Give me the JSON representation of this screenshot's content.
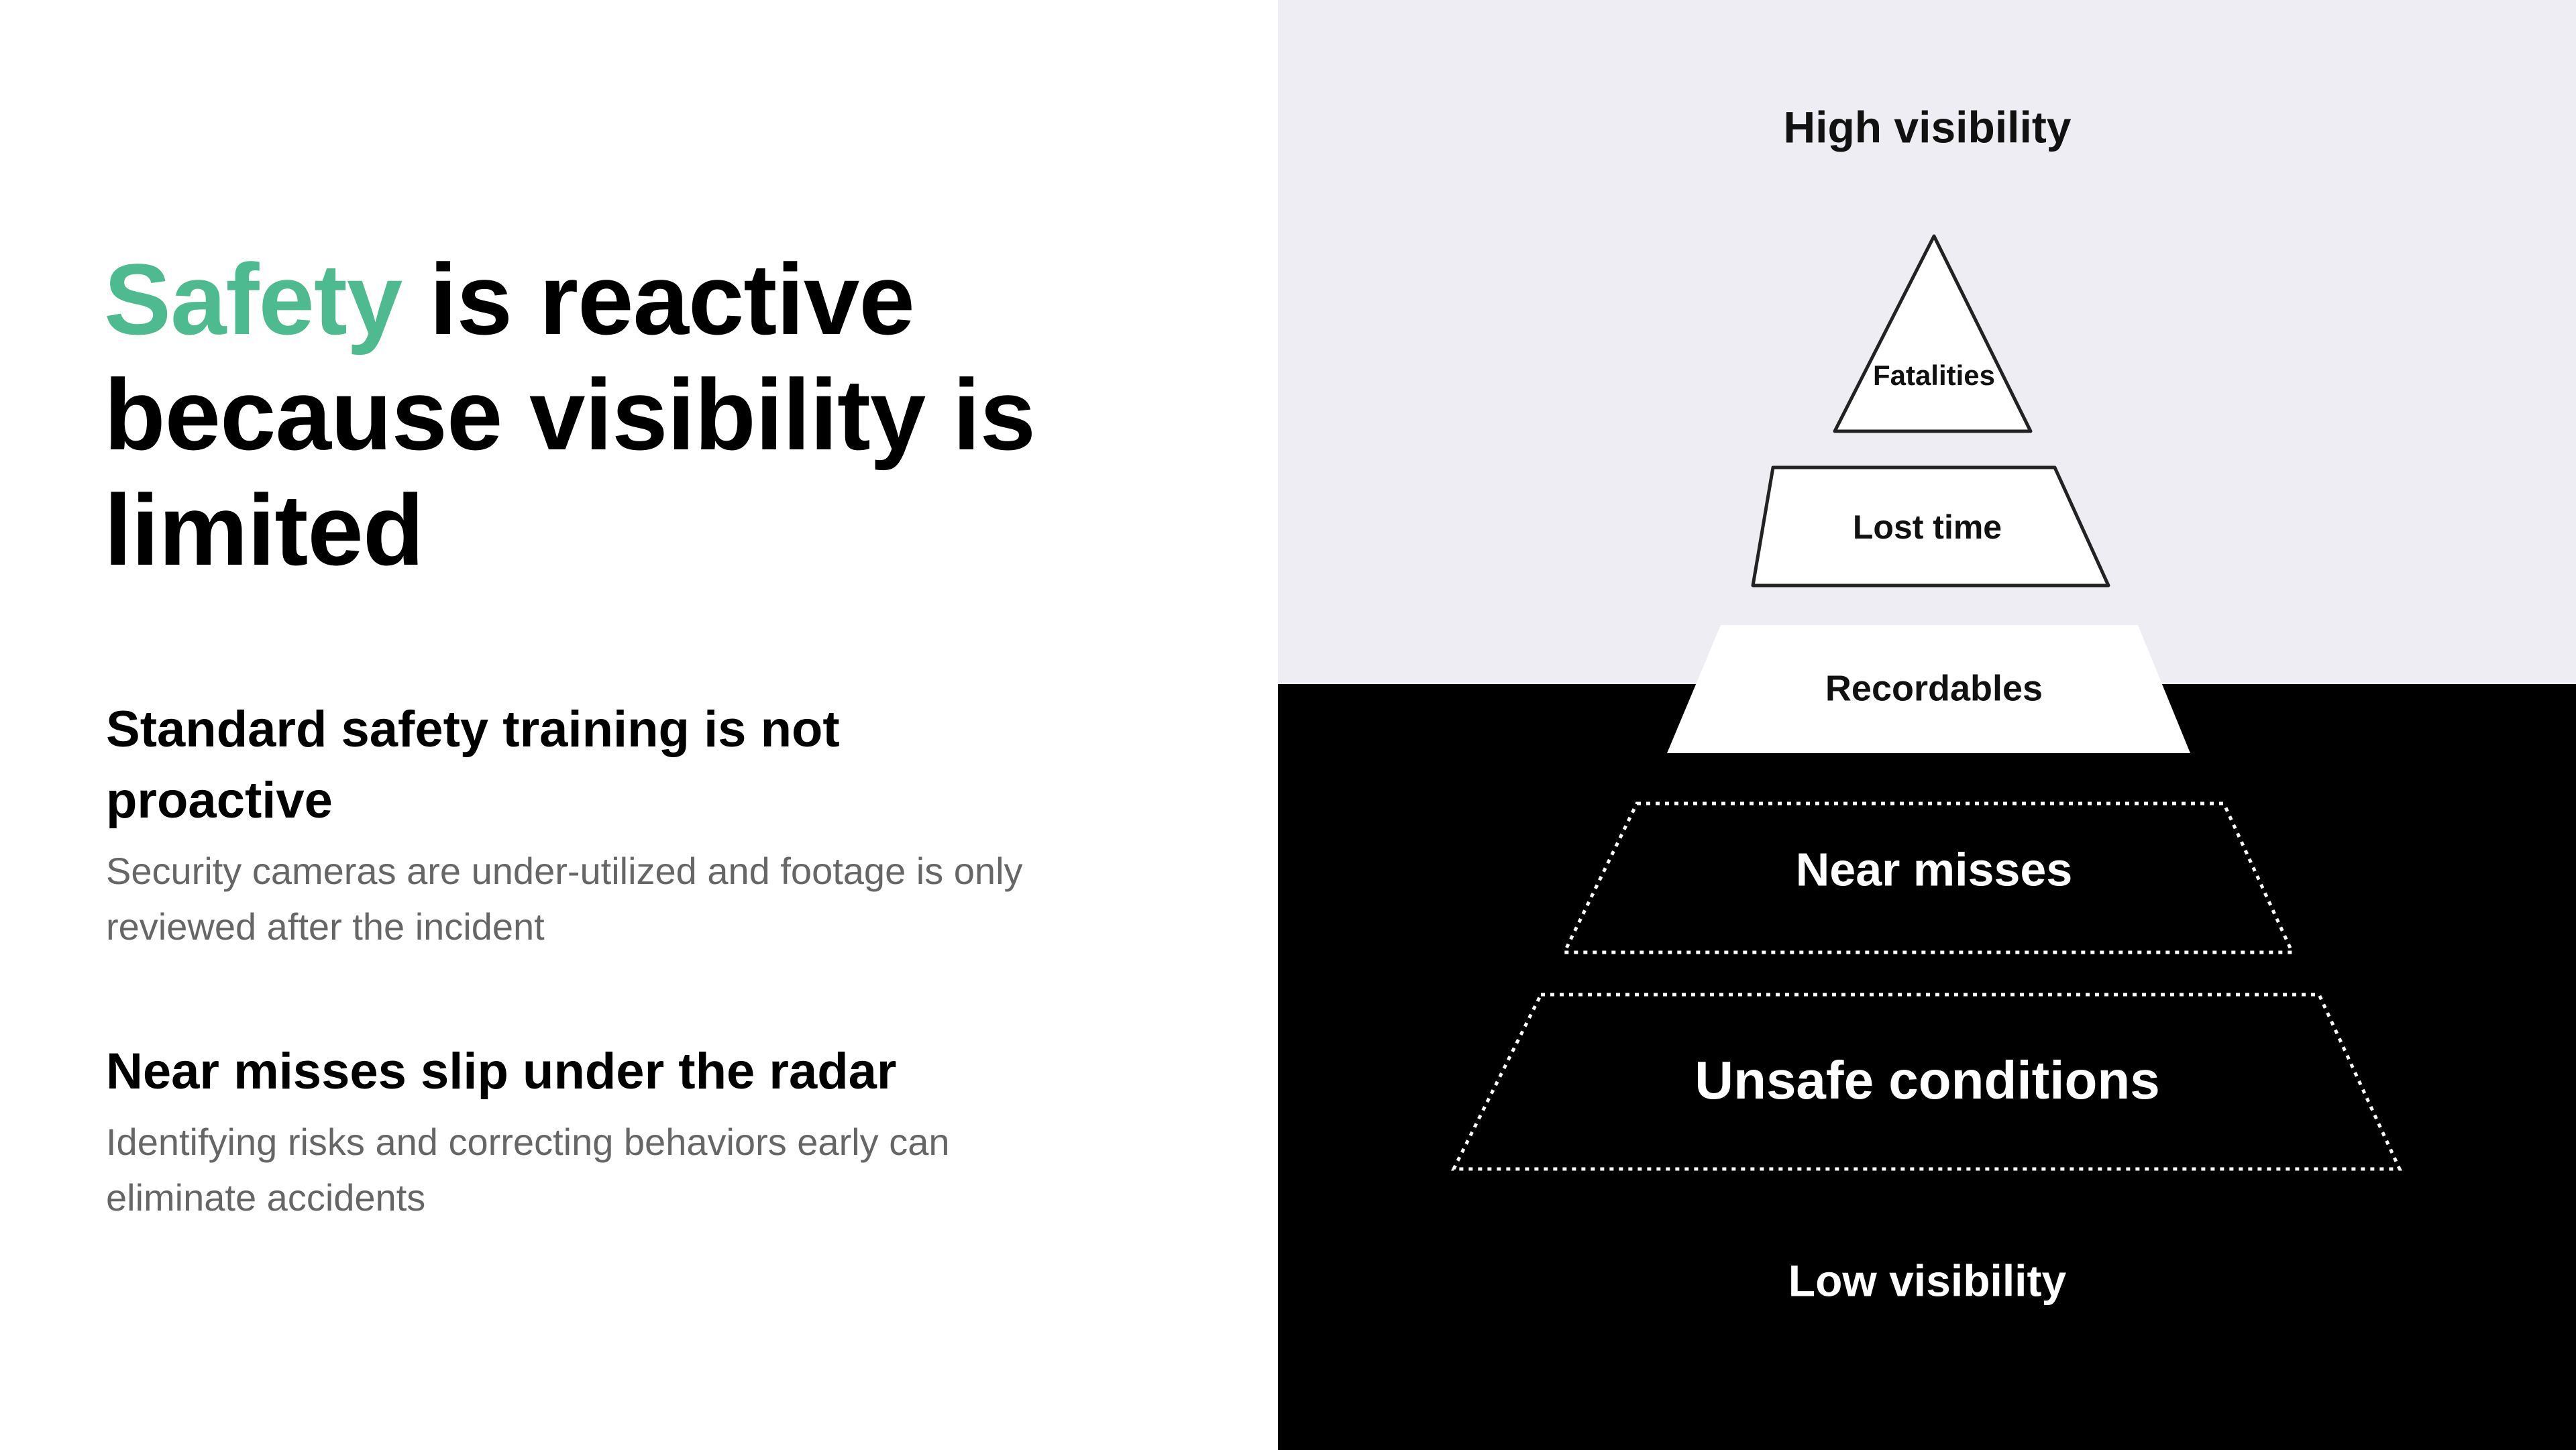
{
  "headline": {
    "accent": "Safety",
    "rest": " is reactive because visibility is limited"
  },
  "points": [
    {
      "title": "Standard safety training is not proactive",
      "body": "Security cameras are under-utilized and footage is only reviewed after the incident"
    },
    {
      "title": "Near misses slip under the radar",
      "body": "Identifying risks and correcting behaviors early can eliminate accidents"
    }
  ],
  "pyramid": {
    "top_label": "High visibility",
    "bottom_label": "Low visibility",
    "levels": [
      {
        "label": "Fatalities",
        "style": "solid"
      },
      {
        "label": "Lost time",
        "style": "solid"
      },
      {
        "label": "Recordables",
        "style": "solid"
      },
      {
        "label": "Near misses",
        "style": "dotted"
      },
      {
        "label": "Unsafe conditions",
        "style": "dotted"
      }
    ]
  },
  "colors": {
    "accent": "#4dbb8f",
    "right_top_bg": "#ededf3",
    "right_bottom_bg": "#000000",
    "body_text": "#666666"
  }
}
